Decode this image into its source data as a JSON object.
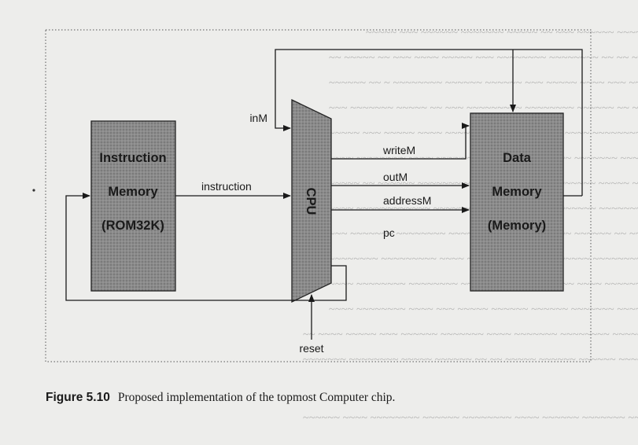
{
  "diagram": {
    "boxes": {
      "instruction_memory": [
        "Instruction",
        "Memory",
        "(ROM32K)"
      ],
      "cpu": "CPU",
      "data_memory": [
        "Data",
        "Memory",
        "(Memory)"
      ]
    },
    "signals": {
      "inM": "inM",
      "instruction": "instruction",
      "writeM": "writeM",
      "outM": "outM",
      "addressM": "addressM",
      "pc": "pc",
      "reset": "reset"
    }
  },
  "caption": {
    "number": "Figure 5.10",
    "text": "Proposed implementation of the topmost Computer chip."
  }
}
